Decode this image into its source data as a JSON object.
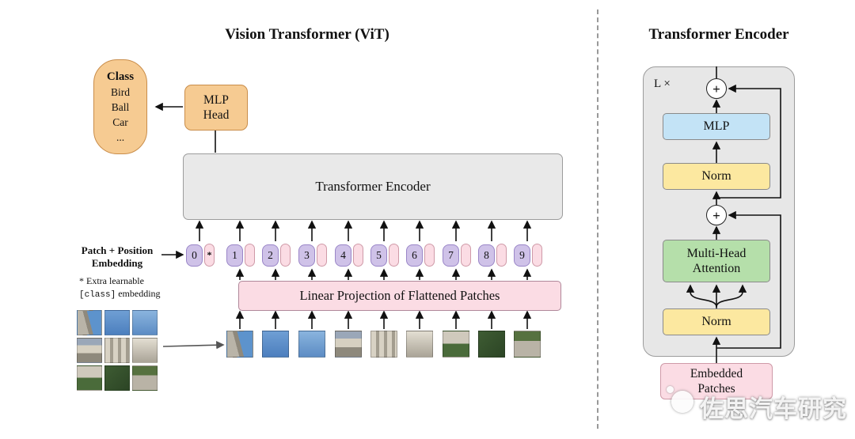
{
  "vit": {
    "title": "Vision Transformer (ViT)",
    "class_box": {
      "heading": "Class",
      "items": [
        "Bird",
        "Ball",
        "Car",
        "..."
      ]
    },
    "mlp_head": "MLP\nHead",
    "encoder_label": "Transformer Encoder",
    "patch_position_label": "Patch + Position\nEmbedding",
    "note": {
      "line1": "* Extra learnable",
      "code": "[class]",
      "rest": " embedding"
    },
    "linear_projection_label": "Linear Projection of Flattened Patches",
    "tokens": [
      "0",
      "1",
      "2",
      "3",
      "4",
      "5",
      "6",
      "7",
      "8",
      "9"
    ],
    "class_token_mark": "*"
  },
  "encoder_detail": {
    "title": "Transformer Encoder",
    "repeat_label": "L ×",
    "plus": "+",
    "mlp_label": "MLP",
    "norm_top": "Norm",
    "attention_label": "Multi-Head\nAttention",
    "norm_bottom": "Norm",
    "embedded_label": "Embedded\nPatches"
  },
  "watermark": {
    "text": "佐思汽车研究"
  },
  "colors": {
    "orange": "#f6cb92",
    "pink": "#fbdce4",
    "purple": "#cfc2e8",
    "blue": "#c3e3f6",
    "yellow": "#fce8a0",
    "green": "#b5dfaa",
    "panel_gray": "#e8e8e8"
  }
}
